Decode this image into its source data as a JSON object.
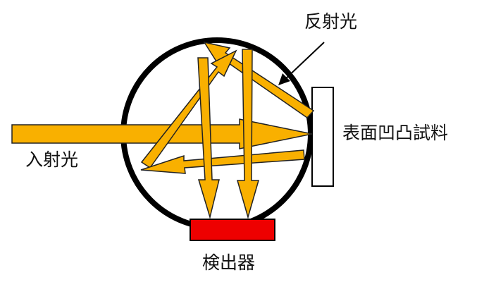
{
  "labels": {
    "reflected_light": "反射光",
    "incident_light": "入射光",
    "sample": "表面凹凸試料",
    "detector": "検出器"
  },
  "colors": {
    "beam": "#f9b000",
    "outline": "#222222",
    "sphere": "#000000",
    "detector": "#ee0000",
    "sample": "#ffffff"
  }
}
